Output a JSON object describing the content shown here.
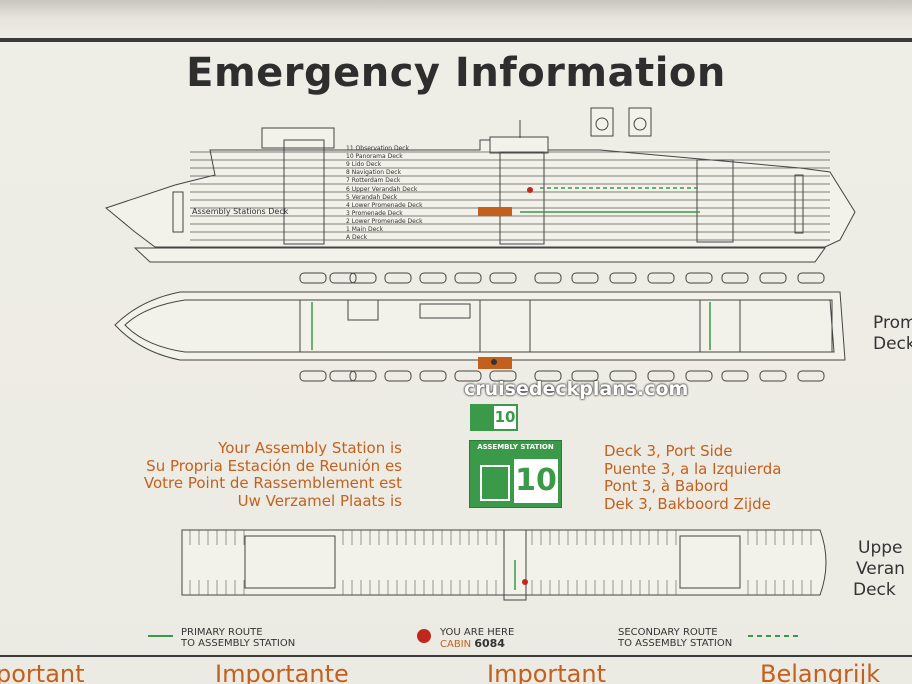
{
  "title": "Emergency Information",
  "deck_labels": [
    "11 Observation Deck",
    "10 Panorama Deck",
    "9 Lido Deck",
    "8 Navigation Deck",
    "7 Rotterdam Deck",
    "6 Upper Verandah Deck",
    "5 Verandah Deck",
    "4 Lower Promenade Deck",
    "3 Promenade Deck",
    "2 Lower Promenade Deck",
    "1 Main Deck",
    "A Deck"
  ],
  "assembly_label": "Assembly Stations Deck",
  "left_text": [
    "Your Assembly Station is",
    "Su Propria Estación de Reunión es",
    "Votre Point de Rassemblement est",
    "Uw Verzamel Plaats is"
  ],
  "right_text": [
    "Deck 3, Port Side",
    "Puente 3, a la Izquierda",
    "Pont 3, à Babord",
    "Dek 3, Bakboord Zijde"
  ],
  "badge": {
    "label": "ASSEMBLY STATION",
    "number": "10",
    "small_number": "10"
  },
  "watermark": "cruisedeckplans.com",
  "side_labels": {
    "promenade": [
      "Prom",
      "Deck"
    ],
    "upper": [
      "Uppe",
      "Veran",
      "Deck"
    ]
  },
  "legend": {
    "primary": [
      "PRIMARY ROUTE",
      "TO ASSEMBLY STATION"
    ],
    "here": [
      "YOU ARE HERE",
      "CABIN"
    ],
    "cabin_number": "6084",
    "secondary": [
      "SECONDARY ROUTE",
      "TO ASSEMBLY STATION"
    ]
  },
  "bottom_words": [
    "portant",
    "Importante",
    "Important",
    "Belangrijk"
  ],
  "colors": {
    "orange": "#c4601e",
    "green": "#3a9a4a",
    "red": "#c0281e"
  }
}
